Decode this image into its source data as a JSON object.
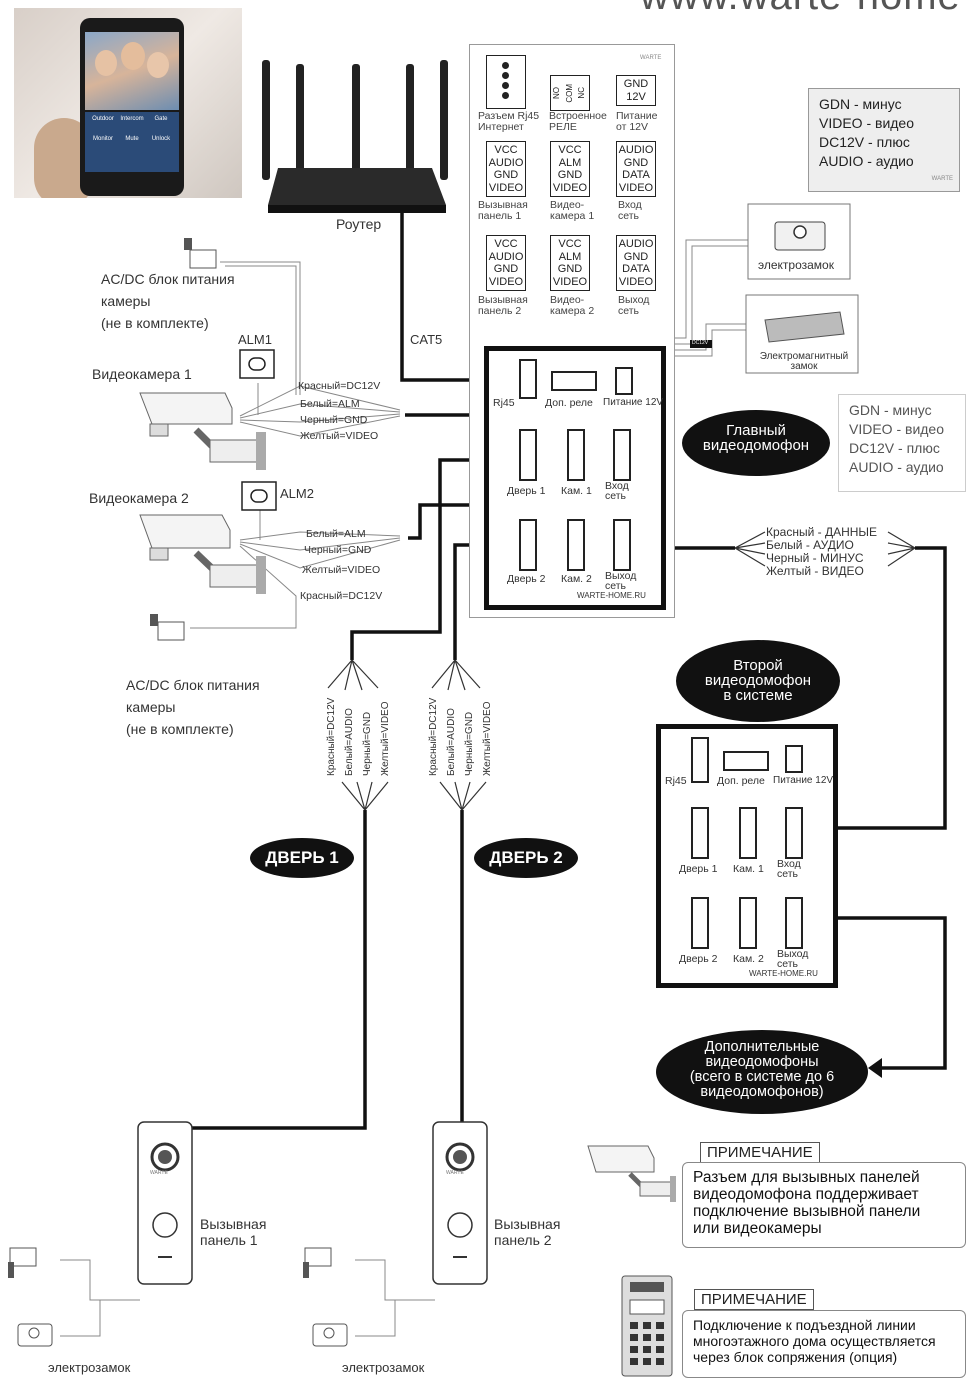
{
  "header": {
    "brand_title": "www.warte-home"
  },
  "photo": {
    "phone_buttons": [
      "Outdoor",
      "Intercom",
      "Gate",
      "Monitor",
      "Mute",
      "Unlock"
    ]
  },
  "router": {
    "label": "Роутер",
    "cable_label": "CAT5"
  },
  "main_panel_header": {
    "brand": "WARTE",
    "items": [
      {
        "pins": [],
        "label": "Разъем Rj45\nИнтернет"
      },
      {
        "pins": [
          "NO",
          "COM",
          "NC"
        ],
        "label": "Встроенное\nРЕЛЕ"
      },
      {
        "pins": [
          "GND",
          "12V"
        ],
        "label": "Питание\nот 12V"
      },
      {
        "pins": [
          "VCC",
          "AUDIO",
          "GND",
          "VIDEO"
        ],
        "label": "Вызывная\nпанель 1"
      },
      {
        "pins": [
          "VCC",
          "ALM",
          "GND",
          "VIDEO"
        ],
        "label": "Видео-\nкамера 1"
      },
      {
        "pins": [
          "AUDIO",
          "GND",
          "DATA",
          "VIDEO"
        ],
        "label": "Вход\nсеть"
      },
      {
        "pins": [
          "VCC",
          "AUDIO",
          "GND",
          "VIDEO"
        ],
        "label": "Вызывная\nпанель 2"
      },
      {
        "pins": [
          "VCC",
          "ALM",
          "GND",
          "VIDEO"
        ],
        "label": "Видео-\nкамера 2"
      },
      {
        "pins": [
          "AUDIO",
          "GND",
          "DATA",
          "VIDEO"
        ],
        "label": "Выход\nсеть"
      }
    ]
  },
  "legend_1": {
    "lines": [
      "GDN - минус",
      "VIDEO - видео",
      "DC12V - плюс",
      "AUDIO - аудио"
    ],
    "brand": "WARTE"
  },
  "legend_2": {
    "lines": [
      "GDN - минус",
      "VIDEO - видео",
      "DC12V - плюс",
      "AUDIO - аудио"
    ]
  },
  "lock_top": {
    "label": "электрозамок"
  },
  "maglock": {
    "label": "Электромагнитный\nзамок"
  },
  "dc12v_tags": [
    "DC12V",
    "DC12V"
  ],
  "camera_power_top": {
    "label": "AC/DC блок питания\nкамеры\n(не в комплекте)"
  },
  "camera_power_bottom": {
    "label": "AC/DC блок питания\nкамеры\n(не в комплекте)"
  },
  "camera_1": {
    "label": "Видеокамера 1",
    "alarm": "ALM1",
    "wires": [
      "Красный=DC12V",
      "Белый=ALM",
      "Черный=GND",
      "Желтый=VIDEO"
    ]
  },
  "camera_2": {
    "label": "Видеокамера 2",
    "alarm": "ALM2",
    "wires": [
      "Белый=ALM",
      "Черный=GND",
      "Желтый=VIDEO",
      "Красный=DC12V"
    ]
  },
  "main_monitor": {
    "title": "Главный\nвидеодомофон",
    "connectors": [
      "Rj45",
      "Доп. реле",
      "Питание 12V",
      "Дверь 1",
      "Кам. 1",
      "Вход\nсеть",
      "Дверь 2",
      "Кам. 2",
      "Выход\nсеть"
    ],
    "footer": "WARTE-HOME.RU"
  },
  "network_wires": [
    "Красный - ДАННЫЕ",
    "Белый - АУДИО",
    "Черный - МИНУС",
    "Желтый - ВИДЕО"
  ],
  "second_monitor": {
    "title": "Второй\nвидеодомофон\nв системе",
    "connectors": [
      "Rj45",
      "Доп. реле",
      "Питание 12V",
      "Дверь 1",
      "Кам. 1",
      "Вход\nсеть",
      "Дверь 2",
      "Кам. 2",
      "Выход\nсеть"
    ],
    "footer": "WARTE-HOME.RU"
  },
  "door_wires": [
    "Красный=DC12V",
    "Белый=AUDIO",
    "Черный=GND",
    "Желтый=VIDEO"
  ],
  "door_1": {
    "label": "ДВЕРЬ 1"
  },
  "door_2": {
    "label": "ДВЕРЬ 2"
  },
  "extra_monitors": {
    "text": "Дополнительные\nвидеодомофоны\n(всего в системе до 6\nвидеодомофонов)"
  },
  "call_panel_1": {
    "label": "Вызывная\nпанель 1",
    "brand": "WARTE",
    "lock_label": "электрозамок"
  },
  "call_panel_2": {
    "label": "Вызывная\nпанель 2",
    "brand": "WARTE",
    "lock_label": "электрозамок"
  },
  "note_1": {
    "tag": "ПРИМЕЧАНИЕ",
    "text": "Разъем для вызывных панелей\nвидеодомофона поддерживает\nподключение вызывной панели\nили видеокамеры"
  },
  "note_2": {
    "tag": "ПРИМЕЧАНИЕ",
    "text": "Подключение к подъездной линии\nмногоэтажного дома осуществляется\nчерез блок сопряжения (опция)"
  }
}
